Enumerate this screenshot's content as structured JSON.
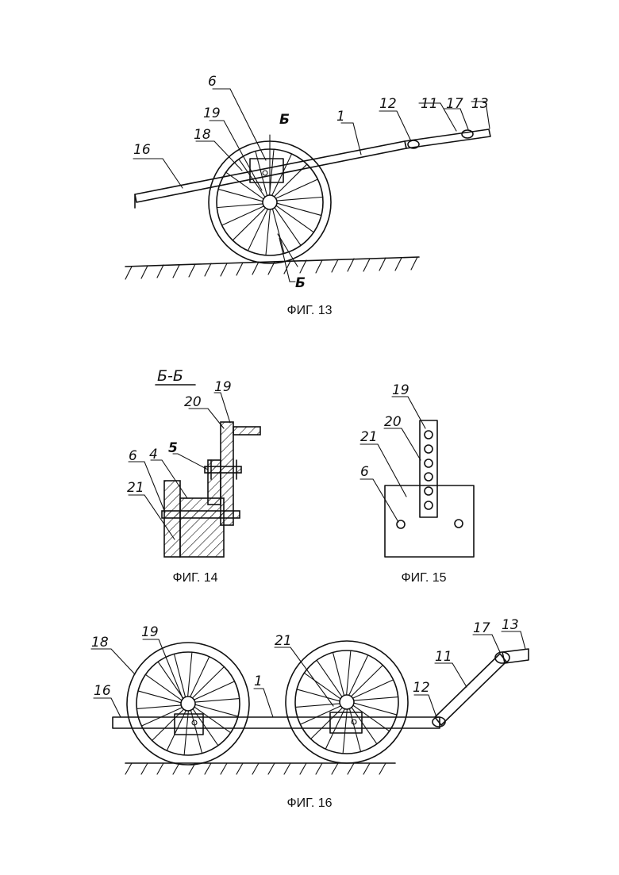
{
  "figures": [
    {
      "id": "fig13",
      "caption": "ФИГ. 13",
      "labels": [
        "16",
        "18",
        "19",
        "6",
        "Б",
        "1",
        "12",
        "11",
        "17",
        "13",
        "Б"
      ]
    },
    {
      "id": "fig14",
      "caption": "ФИГ. 14",
      "section_title": "Б-Б",
      "labels": [
        "19",
        "20",
        "5",
        "4",
        "6",
        "21"
      ]
    },
    {
      "id": "fig15",
      "caption": "ФИГ. 15",
      "labels": [
        "19",
        "20",
        "21",
        "6"
      ]
    },
    {
      "id": "fig16",
      "caption": "ФИГ. 16",
      "labels": [
        "18",
        "19",
        "16",
        "1",
        "21",
        "12",
        "11",
        "17",
        "13"
      ]
    }
  ]
}
